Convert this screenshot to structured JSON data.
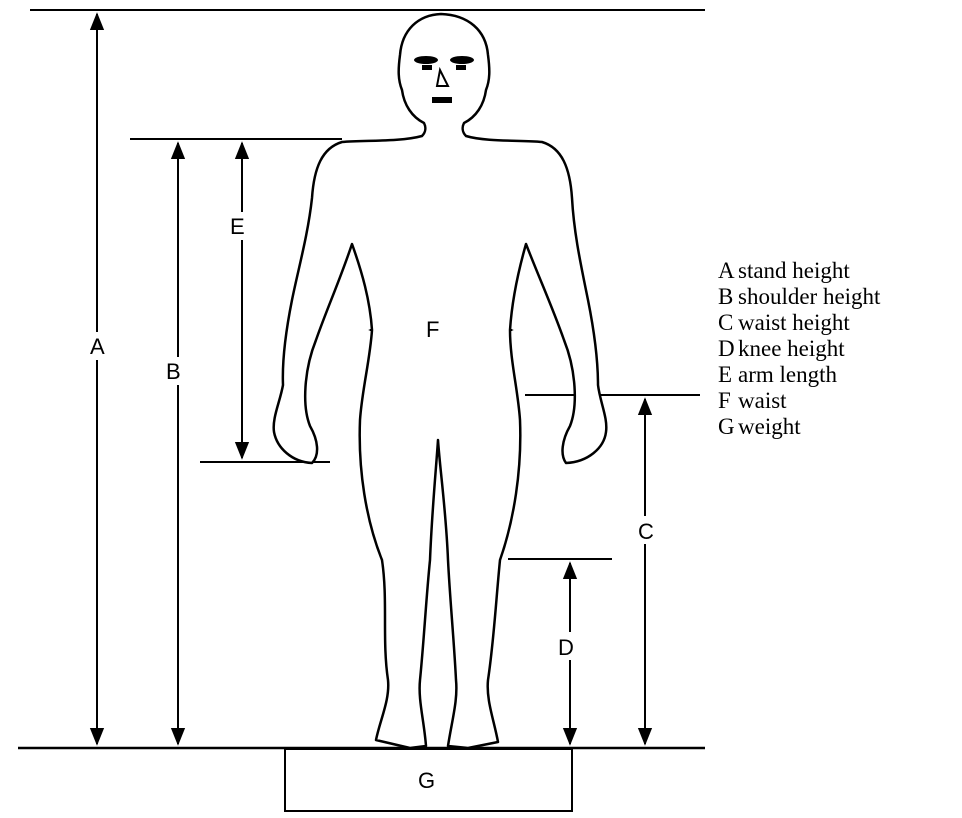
{
  "labels": {
    "A": "A",
    "B": "B",
    "C": "C",
    "D": "D",
    "E": "E",
    "F": "F",
    "G": "G"
  },
  "legend": [
    {
      "key": "A",
      "text": "stand height"
    },
    {
      "key": "B",
      "text": "shoulder height"
    },
    {
      "key": "C",
      "text": "waist height"
    },
    {
      "key": "D",
      "text": "knee height"
    },
    {
      "key": "E",
      "text": "arm length"
    },
    {
      "key": "F",
      "text": "waist"
    },
    {
      "key": "G",
      "text": "weight"
    }
  ]
}
